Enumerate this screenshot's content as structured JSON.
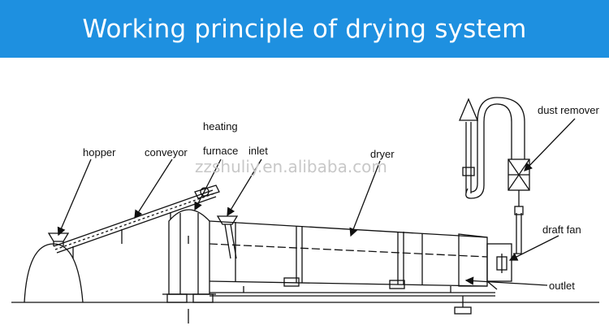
{
  "header": {
    "title": "Working principle of drying system",
    "background": "#1e90e0",
    "text_color": "#ffffff"
  },
  "diagram": {
    "labels": {
      "hopper": "hopper",
      "conveyor": "conveyor",
      "heating": "heating",
      "furnace": "furnace",
      "inlet": "inlet",
      "dryer": "dryer",
      "dust_remover": "dust remover",
      "draft_fan": "draft fan",
      "outlet": "outlet"
    },
    "watermark": "zzshuliy.en.alibaba.com",
    "line_color": "#111111"
  }
}
